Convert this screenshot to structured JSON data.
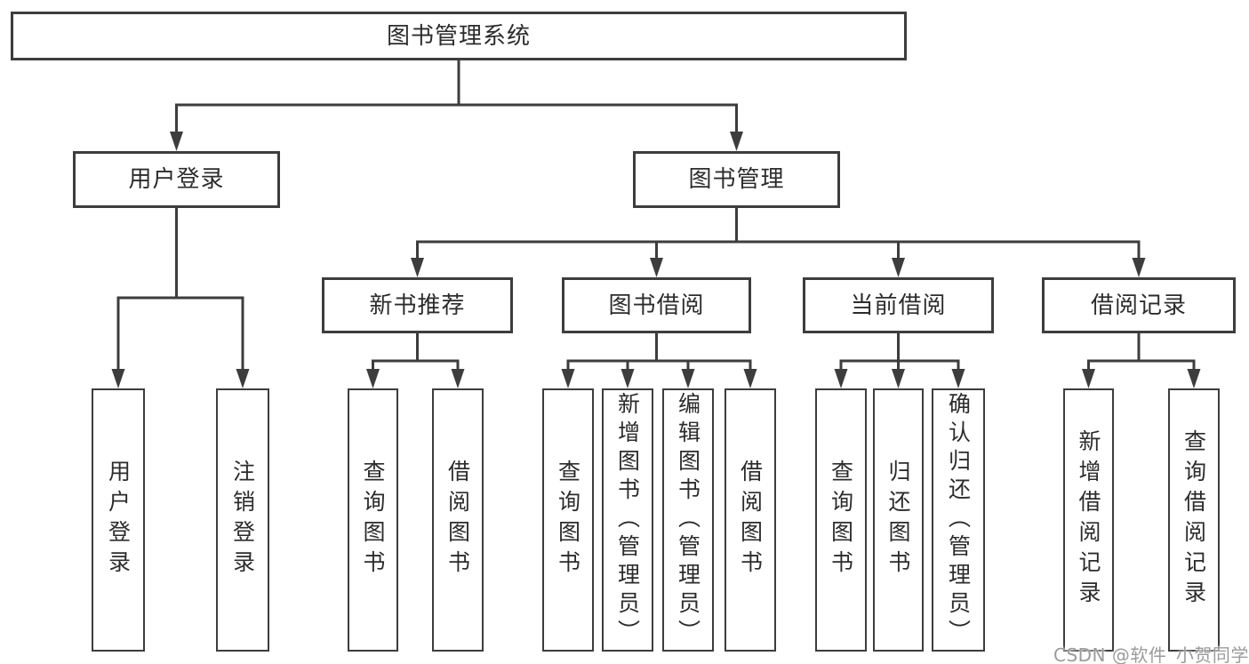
{
  "diagram_title": "图书管理系统",
  "colors": {
    "line": "#3d3d3d",
    "box_border": "#3d3d3d",
    "text": "#2c2c2c",
    "background": "#ffffff",
    "watermark": "#9b9b9b"
  },
  "tree": {
    "root": {
      "label": "图书管理系统",
      "children": [
        {
          "label": "用户登录",
          "children": [
            {
              "label": "用户登录"
            },
            {
              "label": "注销登录"
            }
          ]
        },
        {
          "label": "图书管理",
          "children": [
            {
              "label": "新书推荐",
              "children": [
                {
                  "label": "查询图书"
                },
                {
                  "label": "借阅图书"
                }
              ]
            },
            {
              "label": "图书借阅",
              "children": [
                {
                  "label": "查询图书"
                },
                {
                  "label": "新增图书（管理员）"
                },
                {
                  "label": "编辑图书（管理员）"
                },
                {
                  "label": "借阅图书"
                }
              ]
            },
            {
              "label": "当前借阅",
              "children": [
                {
                  "label": "查询图书"
                },
                {
                  "label": "归还图书"
                },
                {
                  "label": "确认归还（管理员）"
                }
              ]
            },
            {
              "label": "借阅记录",
              "children": [
                {
                  "label": "新增借阅记录"
                },
                {
                  "label": "查询借阅记录"
                }
              ]
            }
          ]
        }
      ]
    }
  },
  "watermark": {
    "text": "CSDN @软件_小贺同学"
  }
}
